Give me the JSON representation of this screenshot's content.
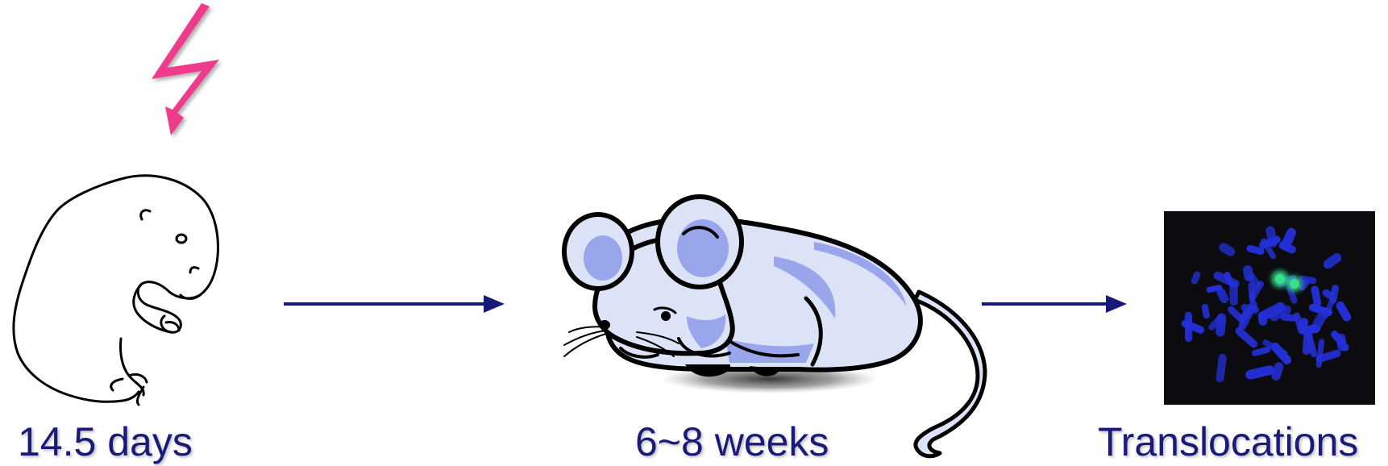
{
  "colors": {
    "text": "#1a1a7a",
    "arrow": "#151a78",
    "lightning": "#ef3a8c",
    "mouse_body": "#dde3f7",
    "mouse_shade": "#9aa6ec",
    "nuclei_bg": "#0b0b10",
    "chromosome": "#2430d8",
    "fish_signal": "#38e08a"
  },
  "icons": {
    "radiation": "lightning-bolt-icon",
    "embryo": "mouse-embryo-drawing",
    "adult": "adult-mouse-cartoon",
    "metaphase": "metaphase-spread-fish-image"
  },
  "captions": {
    "embryo": "14.5 days",
    "adult": "6~8 weeks",
    "translocations": "Translocations"
  }
}
